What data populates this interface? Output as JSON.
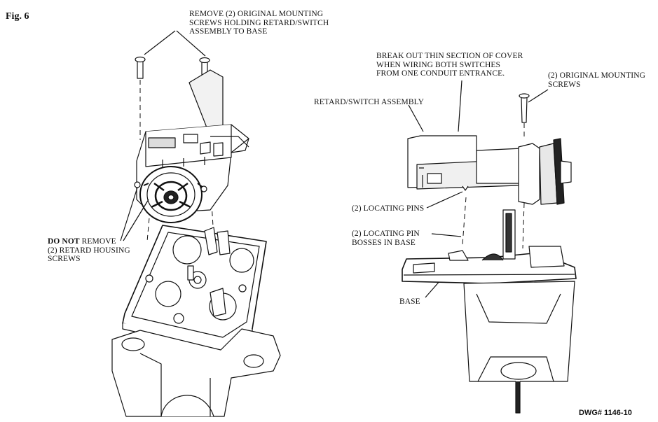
{
  "figure_label": "Fig. 6",
  "drawing_number": "DWG# 1146-10",
  "callouts": {
    "remove_screws": [
      "REMOVE (2) ORIGINAL MOUNTING",
      "SCREWS HOLDING RETARD/SWITCH",
      "ASSEMBLY TO BASE"
    ],
    "do_not_remove_bold": "DO NOT",
    "do_not_remove_rest": " REMOVE",
    "retard_housing": [
      "(2) RETARD HOUSING",
      "SCREWS"
    ],
    "break_out": [
      "BREAK OUT THIN SECTION OF COVER",
      "WHEN WIRING BOTH SWITCHES",
      "FROM ONE CONDUIT ENTRANCE."
    ],
    "original_screws": [
      "(2) ORIGINAL MOUNTING",
      "SCREWS"
    ],
    "retard_switch_assembly": "RETARD/SWITCH ASSEMBLY",
    "locating_pins": "(2) LOCATING PINS",
    "locating_bosses": [
      "(2) LOCATING PIN",
      "BOSSES IN BASE"
    ],
    "base": "BASE"
  }
}
